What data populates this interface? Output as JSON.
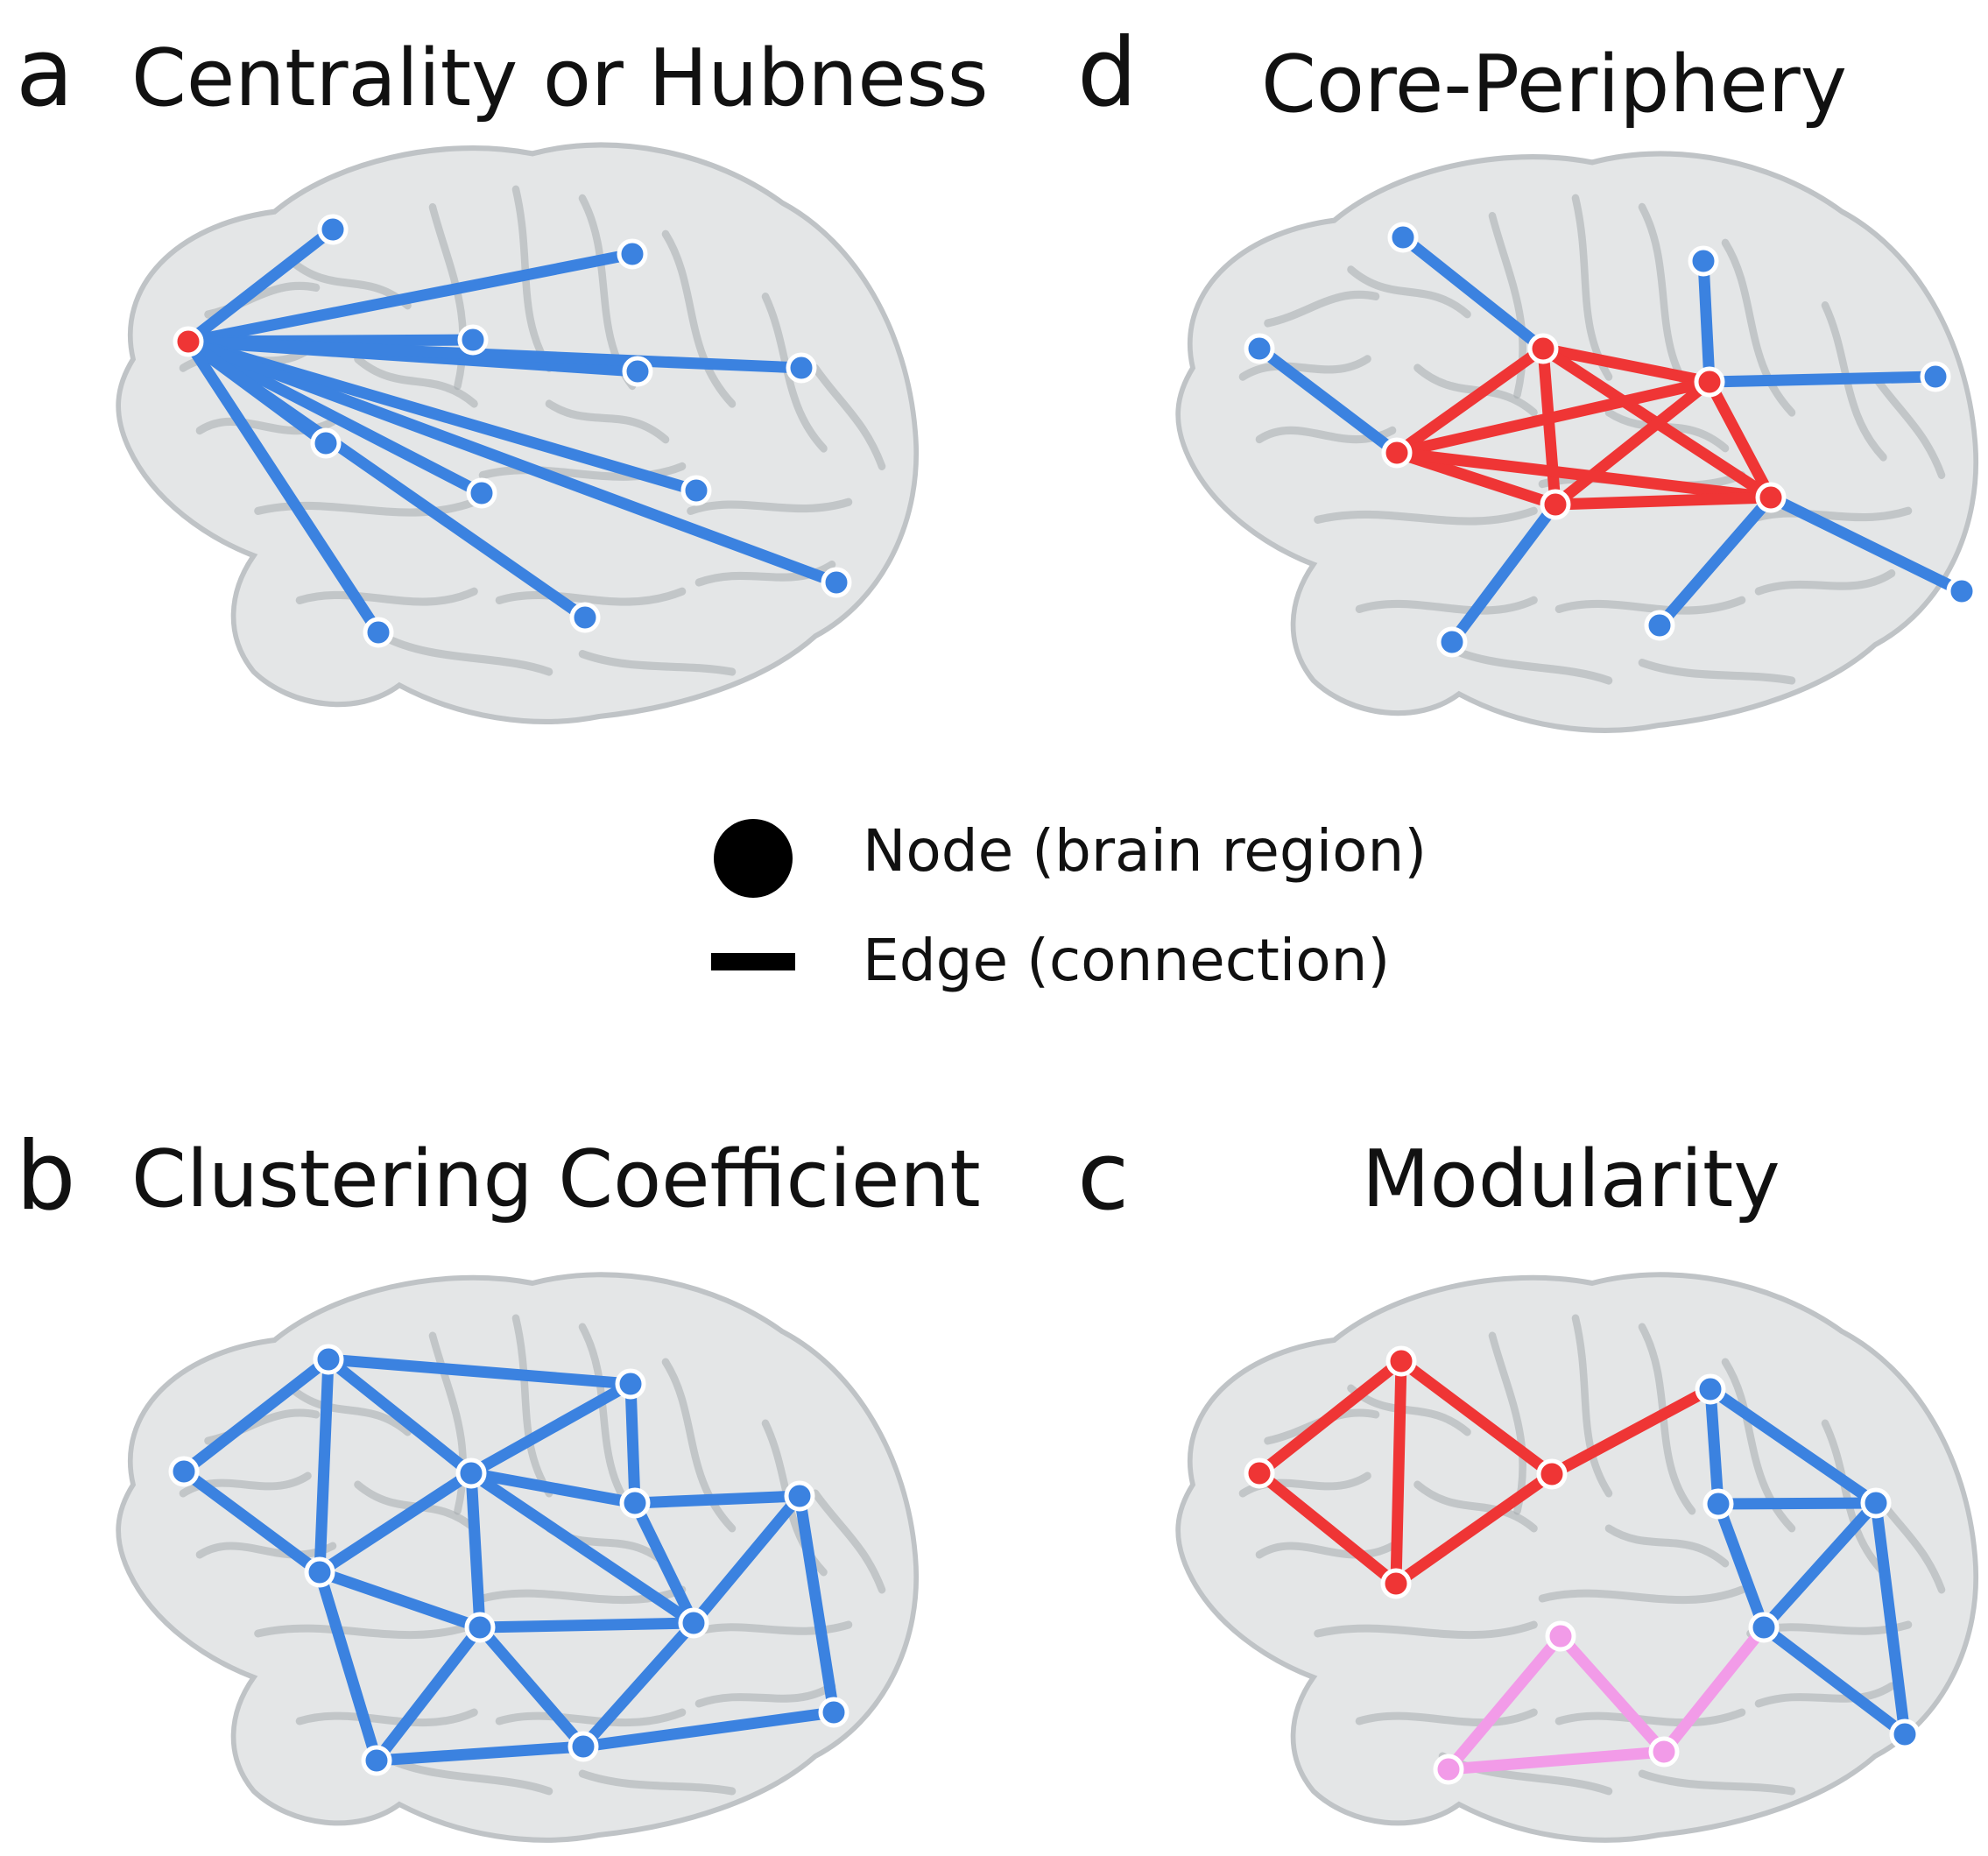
{
  "panels": {
    "a": {
      "letter": "a",
      "title": "Centrality or Hubness"
    },
    "d": {
      "letter": "d",
      "title": "Core-Periphery"
    },
    "b": {
      "letter": "b",
      "title": "Clustering Coefficient"
    },
    "c": {
      "letter": "c",
      "title": "Modularity"
    }
  },
  "legend": {
    "node_label": "Node (brain region)",
    "edge_label": "Edge (connection)"
  },
  "colors": {
    "blue": "#3b82e0",
    "red": "#ef3535",
    "pink": "#f29be8",
    "brain_fill": "#e4e6e7",
    "brain_shade": "#a6abaf"
  }
}
